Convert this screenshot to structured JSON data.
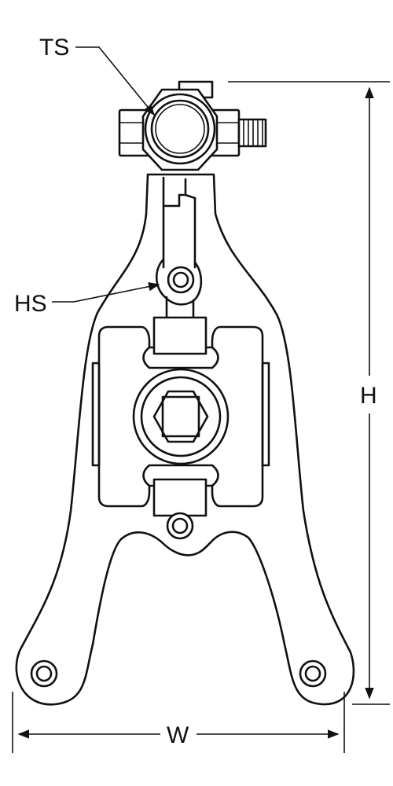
{
  "labels": {
    "ts": "TS",
    "hs": "HS",
    "h": "H",
    "w": "W"
  },
  "colors": {
    "line": "#111111",
    "background": "#ffffff"
  }
}
